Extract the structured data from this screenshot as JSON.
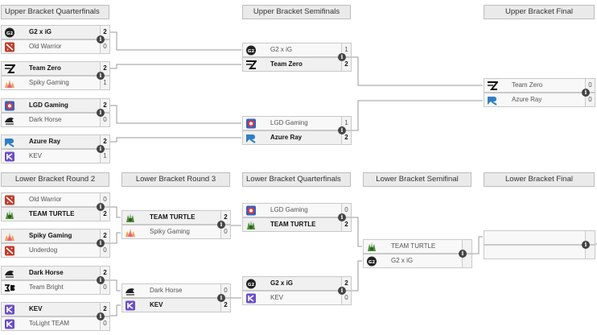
{
  "headers": {
    "ubqf": "Upper Bracket Quarterfinals",
    "ubsf": "Upper Bracket Semifinals",
    "ubf": "Upper Bracket Final",
    "lbr2": "Lower Bracket Round 2",
    "lbr3": "Lower Bracket Round 3",
    "lbqf": "Lower Bracket Quarterfinals",
    "lbsf": "Lower Bracket Semifinal",
    "lbf": "Lower Bracket Final"
  },
  "info_glyph": "i",
  "matches": {
    "ubqf1": [
      {
        "name": "G2 x iG",
        "score": "2",
        "win": true,
        "logo": "g2ig"
      },
      {
        "name": "Old Warrior",
        "score": "0",
        "win": false,
        "logo": "dota"
      }
    ],
    "ubqf2": [
      {
        "name": "Team Zero",
        "score": "2",
        "win": true,
        "logo": "zero"
      },
      {
        "name": "Spiky Gaming",
        "score": "1",
        "win": false,
        "logo": "spiky"
      }
    ],
    "ubqf3": [
      {
        "name": "LGD Gaming",
        "score": "2",
        "win": true,
        "logo": "lgd"
      },
      {
        "name": "Dark Horse",
        "score": "0",
        "win": false,
        "logo": "horse"
      }
    ],
    "ubqf4": [
      {
        "name": "Azure Ray",
        "score": "2",
        "win": true,
        "logo": "azure"
      },
      {
        "name": "KEV",
        "score": "1",
        "win": false,
        "logo": "kev"
      }
    ],
    "ubsf1": [
      {
        "name": "G2 x iG",
        "score": "1",
        "win": false,
        "logo": "g2ig"
      },
      {
        "name": "Team Zero",
        "score": "2",
        "win": true,
        "logo": "zero"
      }
    ],
    "ubsf2": [
      {
        "name": "LGD Gaming",
        "score": "1",
        "win": false,
        "logo": "lgd"
      },
      {
        "name": "Azure Ray",
        "score": "2",
        "win": true,
        "logo": "azure"
      }
    ],
    "ubf": [
      {
        "name": "Team Zero",
        "score": "0",
        "win": false,
        "logo": "zero"
      },
      {
        "name": "Azure Ray",
        "score": "0",
        "win": false,
        "logo": "azure"
      }
    ],
    "lbr2_1": [
      {
        "name": "Old Warrior",
        "score": "0",
        "win": false,
        "logo": "dota"
      },
      {
        "name": "TEAM TURTLE",
        "score": "2",
        "win": true,
        "logo": "turtle"
      }
    ],
    "lbr2_2": [
      {
        "name": "Spiky Gaming",
        "score": "2",
        "win": true,
        "logo": "spiky"
      },
      {
        "name": "Underdog",
        "score": "0",
        "win": false,
        "logo": "dota"
      }
    ],
    "lbr2_3": [
      {
        "name": "Dark Horse",
        "score": "2",
        "win": true,
        "logo": "horse"
      },
      {
        "name": "Team Bright",
        "score": "0",
        "win": false,
        "logo": "bright"
      }
    ],
    "lbr2_4": [
      {
        "name": "KEV",
        "score": "2",
        "win": true,
        "logo": "kev"
      },
      {
        "name": "ToLight TEAM",
        "score": "0",
        "win": false,
        "logo": "kev"
      }
    ],
    "lbr3_1": [
      {
        "name": "TEAM TURTLE",
        "score": "2",
        "win": true,
        "logo": "turtle"
      },
      {
        "name": "Spiky Gaming",
        "score": "0",
        "win": false,
        "logo": "spiky"
      }
    ],
    "lbr3_2": [
      {
        "name": "Dark Horse",
        "score": "0",
        "win": false,
        "logo": "horse"
      },
      {
        "name": "KEV",
        "score": "2",
        "win": true,
        "logo": "kev"
      }
    ],
    "lbqf1": [
      {
        "name": "LGD Gaming",
        "score": "0",
        "win": false,
        "logo": "lgd"
      },
      {
        "name": "TEAM TURTLE",
        "score": "2",
        "win": true,
        "logo": "turtle"
      }
    ],
    "lbqf2": [
      {
        "name": "G2 x iG",
        "score": "2",
        "win": true,
        "logo": "g2ig"
      },
      {
        "name": "KEV",
        "score": "0",
        "win": false,
        "logo": "kev"
      }
    ],
    "lbsf": [
      {
        "name": "TEAM TURTLE",
        "score": "",
        "win": false,
        "logo": "turtle"
      },
      {
        "name": "G2 x iG",
        "score": "",
        "win": false,
        "logo": "g2ig"
      }
    ],
    "lbf": [
      {
        "name": "",
        "score": "",
        "win": false,
        "logo": "none"
      },
      {
        "name": "",
        "score": "",
        "win": false,
        "logo": "none"
      }
    ]
  },
  "colors": {
    "line": "#9a9a9a",
    "header_bg": "#eaeaea",
    "info_bg": "#444444"
  }
}
